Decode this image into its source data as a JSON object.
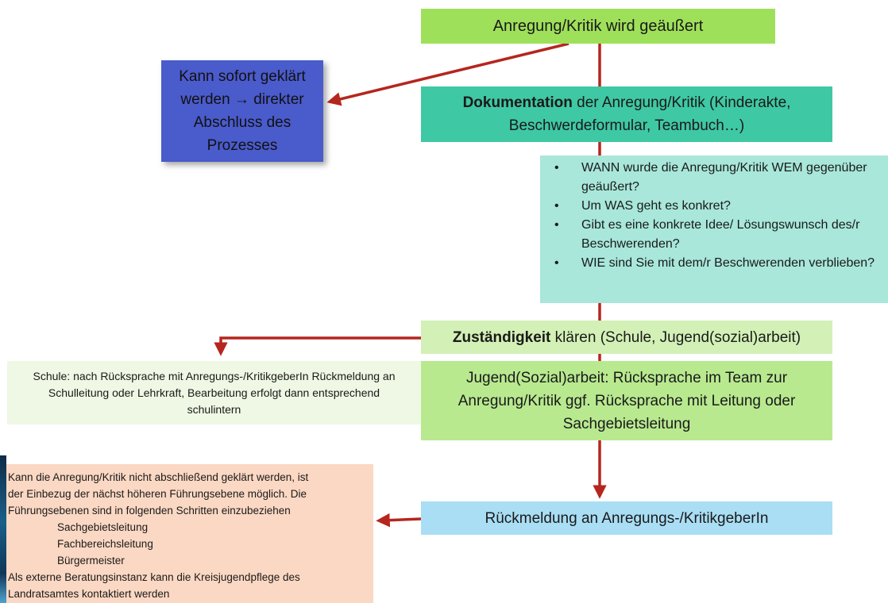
{
  "trigger": {
    "text": "Anregung/Kritik wird geäußert"
  },
  "instant": {
    "text": "Kann sofort geklärt werden → direkter Abschluss des Prozesses"
  },
  "documentation": {
    "bold": "Dokumentation",
    "rest_line1": " der Anregung/Kritik (Kinderakte,",
    "line2": "Beschwerdeformular, Teambuch…)"
  },
  "questions": {
    "bullet": "•",
    "items": [
      "WANN wurde die Anregung/Kritik WEM gegenüber geäußert?",
      "Um WAS geht es konkret?",
      "Gibt es eine konkrete Idee/ Lösungswunsch des/r Beschwerenden?",
      "WIE sind Sie mit dem/r Beschwerenden verblieben?"
    ]
  },
  "responsibility": {
    "bold": "Zuständigkeit",
    "rest": " klären (Schule, Jugend(sozial)arbeit)"
  },
  "school": {
    "text": "Schule: nach Rücksprache mit Anregungs-/KritikgeberIn Rückmeldung an Schulleitung oder Lehrkraft, Bearbeitung erfolgt dann entsprechend schulintern"
  },
  "youth": {
    "text": "Jugend(Sozial)arbeit: Rücksprache im Team zur Anregung/Kritik ggf. Rücksprache mit Leitung oder Sachgebietsleitung"
  },
  "feedback": {
    "text": "Rückmeldung an Anregungs-/KritikgeberIn"
  },
  "escalation": {
    "intro_lines": [
      "Kann die Anregung/Kritik nicht abschließend geklärt werden, ist",
      "der Einbezug der nächst höheren Führungsebene möglich. Die",
      "Führungsebenen sind in folgenden Schritten einzubeziehen"
    ],
    "levels": [
      "Sachgebietsleitung",
      "Fachbereichsleitung",
      "Bürgermeister"
    ],
    "outro_lines": [
      "Als externe Beratungsinstanz kann die Kreisjugendpflege des",
      "Landratsamtes kontaktiert werden"
    ]
  },
  "colors": {
    "connector": "#b5261e",
    "escalation_arrow": "#f0962e",
    "trigger": "#9fe05a",
    "instant": "#4a5bcc",
    "documentation": "#3fc8a4",
    "questions": "#a8e7da",
    "responsibility": "#d3f0b6",
    "school": "#eef8e4",
    "youth": "#b8e98f",
    "feedback": "#a9def4",
    "escalation": "#fbd8c3"
  }
}
